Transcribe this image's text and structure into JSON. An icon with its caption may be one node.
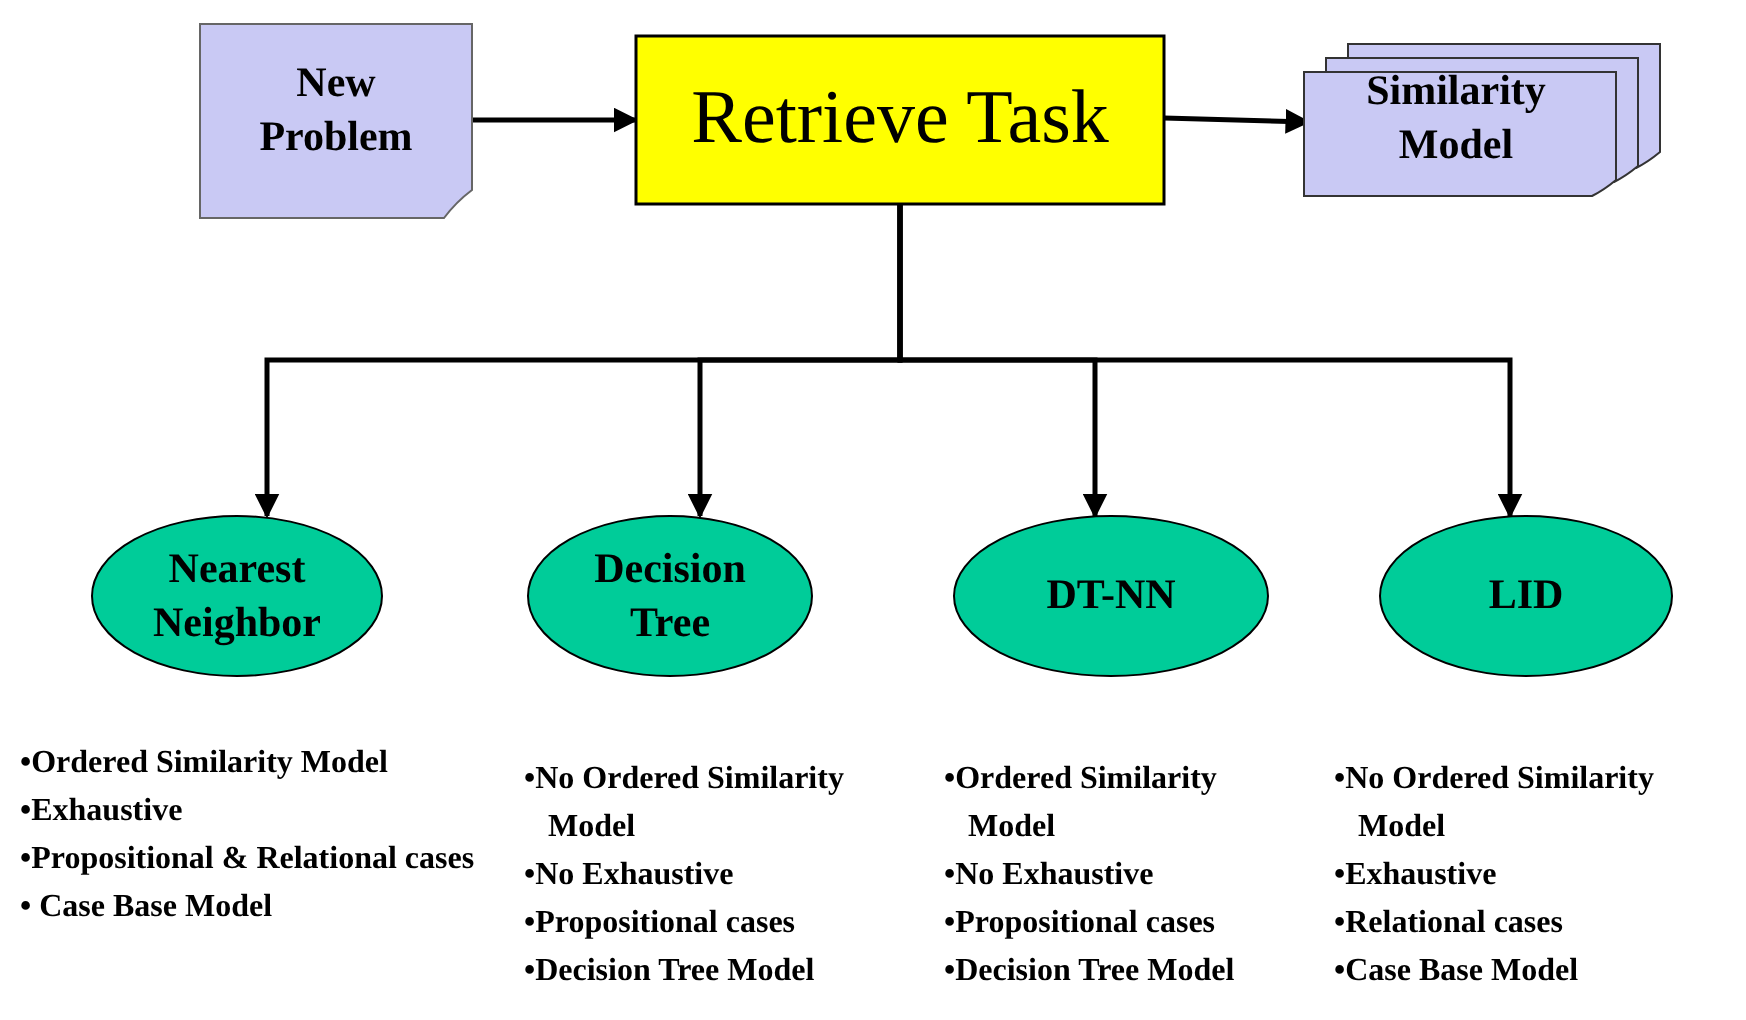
{
  "diagram": {
    "nodes": [
      {
        "text": [
          "New Problem"
        ]
      },
      {
        "text": [
          "Retrieve Task"
        ]
      },
      {
        "text": [
          "Similarity Model"
        ]
      },
      {
        "text": [
          "Nearest Neighbor"
        ],
        "beside": [
          "•Ordered Similarity Model",
          "•Exhaustive",
          "•Propositional & Relational cases",
          "• Case Base Model"
        ]
      },
      {
        "text": [
          "Decision Tree"
        ],
        "beside": [
          "•No Ordered Similarity Model",
          "•No Exhaustive",
          "•Propositional cases",
          "•Decision Tree Model"
        ]
      },
      {
        "text": [
          "DT-NN"
        ],
        "beside": [
          "•Ordered Similarity Model",
          "•No Exhaustive",
          "•Propositional cases",
          "•Decision Tree Model"
        ]
      },
      {
        "text": [
          "LID"
        ],
        "beside": [
          "•No Ordered Similarity Model",
          "•Exhaustive",
          "•Relational cases",
          "•Case Base Model"
        ]
      }
    ],
    "edges": [
      {
        "from": 0,
        "to": 1,
        "arrow": "to"
      },
      {
        "from": 1,
        "to": 2,
        "arrow": "to"
      },
      {
        "from": 1,
        "to": 3,
        "arrow": "to"
      },
      {
        "from": 1,
        "to": 4,
        "arrow": "to"
      },
      {
        "from": 1,
        "to": 5,
        "arrow": "to"
      },
      {
        "from": 1,
        "to": 6,
        "arrow": "to"
      }
    ]
  }
}
